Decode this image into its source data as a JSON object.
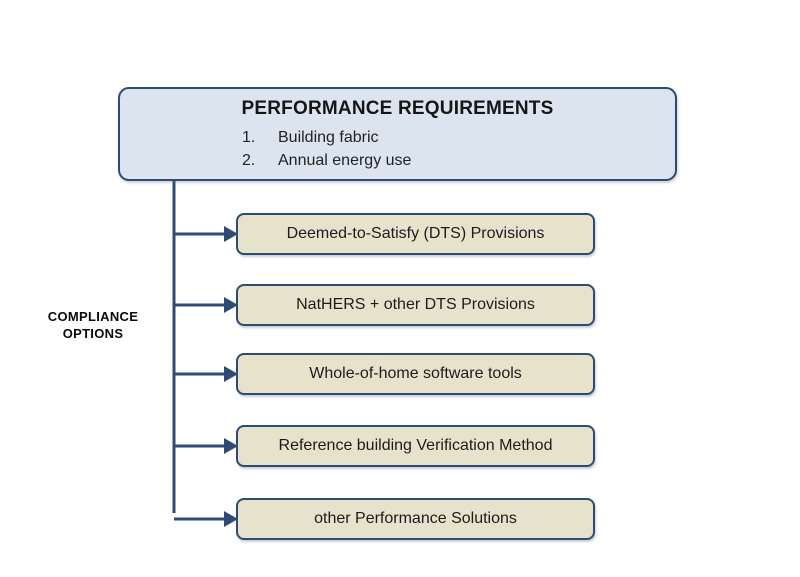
{
  "diagram": {
    "header": {
      "title": "PERFORMANCE REQUIREMENTS",
      "items": [
        {
          "num": "1.",
          "text": "Building fabric"
        },
        {
          "num": "2.",
          "text": "Annual energy use"
        }
      ]
    },
    "side_label": {
      "line1": "COMPLIANCE",
      "line2": "OPTIONS"
    },
    "options": [
      {
        "label": "Deemed-to-Satisfy (DTS) Provisions"
      },
      {
        "label": "NatHERS + other DTS Provisions"
      },
      {
        "label": "Whole-of-home software tools"
      },
      {
        "label": "Reference building Verification Method"
      },
      {
        "label": "other Performance Solutions"
      }
    ],
    "colors": {
      "header_fill": "#dce4f0",
      "option_fill": "#e6e2cc",
      "border": "#2e4c72",
      "connector": "#2e4c72",
      "text": "#1c1c1c",
      "background": "#ffffff"
    }
  }
}
